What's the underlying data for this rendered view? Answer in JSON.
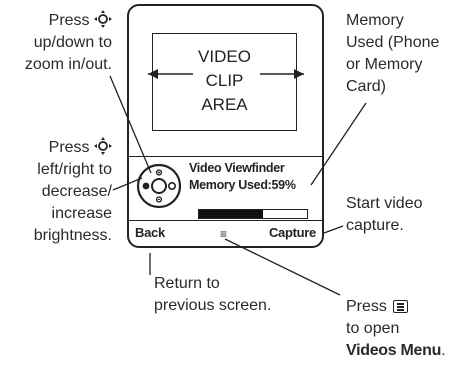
{
  "callouts": {
    "zoom": [
      "Press",
      "up/down to",
      "zoom in/out."
    ],
    "brightness": [
      "Press",
      "left/right to",
      "decrease/",
      "increase",
      "brightness."
    ],
    "memory": [
      "Memory",
      "Used (Phone",
      "or Memory",
      "Card)"
    ],
    "start": [
      "Start video",
      "capture."
    ],
    "return": [
      "Return to",
      "previous screen."
    ],
    "menu": {
      "press": "Press",
      "line2": "to open",
      "line3": "Videos Menu",
      "line3_suffix": "."
    }
  },
  "screen": {
    "video_area": [
      "VIDEO",
      "CLIP",
      "AREA"
    ],
    "viewfinder_title": "Video Viewfinder",
    "memory_label": "Memory Used:59%",
    "memory_used_fraction": 0.59,
    "softkeys": {
      "left": "Back",
      "center_icon": "menu-key-icon",
      "center_glyph": "≡",
      "right": "Capture"
    }
  },
  "icons": {
    "nav_key": "navigation-key-icon",
    "menu_key": "menu-key-icon"
  }
}
